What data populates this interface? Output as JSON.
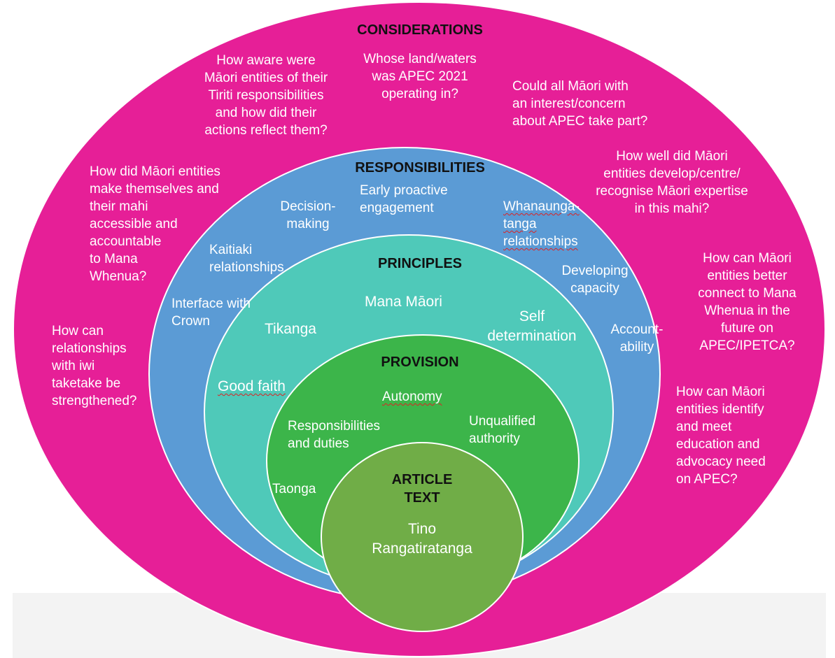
{
  "colors": {
    "considerations": "#e61f97",
    "responsibilities": "#5b9bd5",
    "principles": "#4fc9b9",
    "provision": "#3cb54a",
    "article": "#70ad47",
    "heading_text": "#111111",
    "label_text": "#ffffff"
  },
  "considerations": {
    "heading": "CONSIDERATIONS",
    "items": [
      "How aware were\nMāori entities of their\nTiriti responsibilities\nand how did their\nactions reflect them?",
      "Whose land/waters\nwas APEC 2021\noperating in?",
      "Could all Māori with\nan interest/concern\nabout APEC take part?",
      "How well did Māori\nentities develop/centre/\nrecognise Māori expertise\nin this mahi?",
      "How did Māori entities\nmake themselves and\ntheir mahi\naccessible and\naccountable\nto Mana\nWhenua?",
      "How can Māori\nentities better\nconnect to Mana\nWhenua in the\nfuture on\nAPEC/IPETCA?",
      "How can\nrelationships\nwith iwi\ntaketake be\nstrengthened?",
      "How can Māori\nentities identify\nand meet\neducation and\nadvocacy need\non APEC?"
    ]
  },
  "responsibilities": {
    "heading": "RESPONSIBILITIES",
    "items": [
      "Early proactive\nengagement",
      "Decision-\nmaking",
      "Whanaunga-\ntanga\nrelationships",
      "Kaitiaki\nrelationships",
      "Developing\ncapacity",
      "Interface with\nCrown",
      "Account-\nability"
    ]
  },
  "principles": {
    "heading": "PRINCIPLES",
    "items": [
      "Mana Māori",
      "Self\ndetermination",
      "Tikanga",
      "Good faith"
    ]
  },
  "provision": {
    "heading": "PROVISION",
    "items": [
      "Autonomy",
      "Unqualified\nauthority",
      "Responsibilities\nand duties",
      "Taonga"
    ]
  },
  "article": {
    "heading": "ARTICLE\nTEXT",
    "text": "Tino\nRangatiratanga"
  }
}
